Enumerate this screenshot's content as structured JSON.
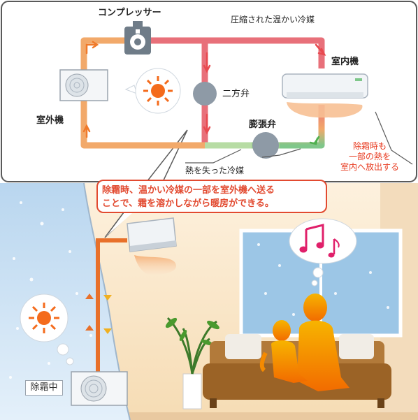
{
  "diagram": {
    "labels": {
      "compressor": "コンプレッサー",
      "hot_refrigerant": "圧縮された温かい冷媒",
      "indoor_unit": "室内機",
      "two_way_valve": "二方弁",
      "outdoor_unit": "室外機",
      "expansion_valve": "膨張弁",
      "cooled_refrigerant": "熱を失った冷媒",
      "defrost_note": [
        "除霜時も",
        "一部の熱を",
        "室内へ放出する"
      ]
    },
    "callout": [
      "除霜時、温かい冷媒の一部を室外機へ送る",
      "ことで、霜を溶かしながら暖房ができる。"
    ],
    "defrosting_label": "除霜中",
    "colors": {
      "hot_pipe": "#e8707a",
      "warm_pipe": "#f2a96a",
      "cool_pipe": "#7fc78a",
      "callout_red": "#e24a30",
      "wall": "#fbe9cf",
      "window_sky": "#c9e0f3",
      "sofa": "#b27a3a"
    },
    "icons": [
      "compressor-icon",
      "sun-icon",
      "music-note-icon",
      "snowflake-icon"
    ]
  }
}
